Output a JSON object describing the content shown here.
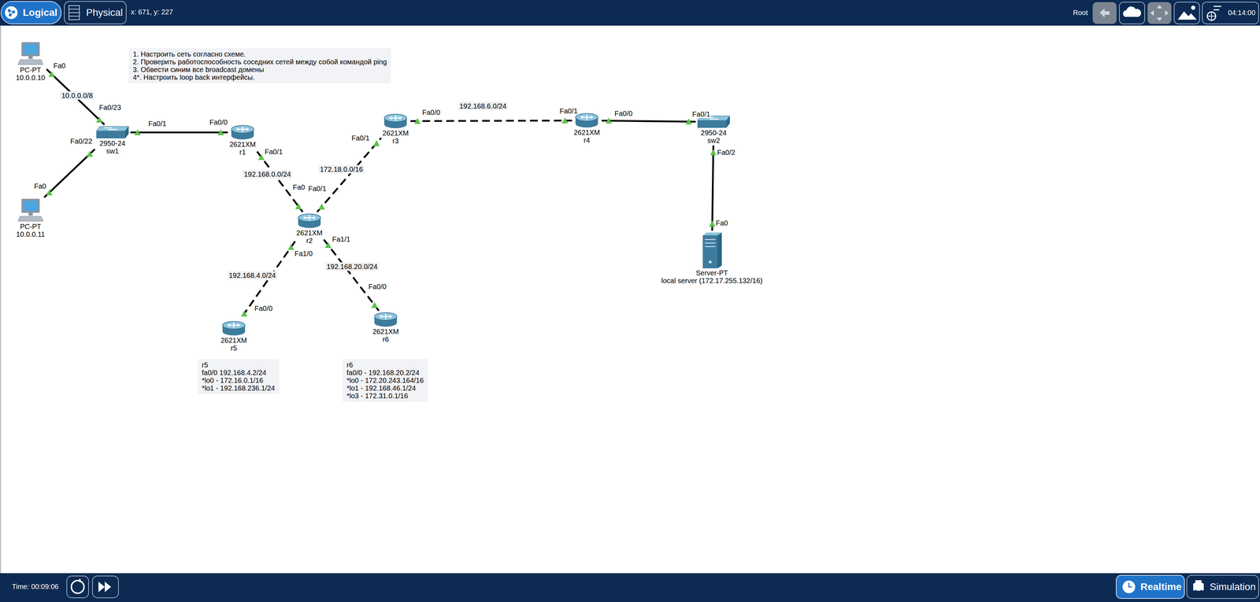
{
  "diagram": {
    "nodes": [
      {
        "text": [
          "1. Настроить сеть согласно схеме.",
          "2. Проверить работоспособность соседних сетей между собой командой ping",
          "3. Обвести синим все broadcast домены",
          "4*. Настроить loop back интерфейсы."
        ]
      },
      {
        "text": [
          "PC-PT",
          "10.0.0.10"
        ]
      },
      {
        "text": [
          "2950-24",
          "sw1"
        ]
      },
      {
        "text": [
          "2621XM",
          "r1"
        ]
      },
      {
        "text": [
          "2621XM",
          "r3"
        ]
      },
      {
        "text": [
          "2621XM",
          "r4"
        ]
      },
      {
        "text": [
          "2950-24",
          "sw2"
        ]
      },
      {
        "text": [
          "PC-PT",
          "10.0.0.11"
        ]
      },
      {
        "text": [
          "2621XM",
          "r2"
        ]
      },
      {
        "text": [
          "Server-PT",
          "local server (172.17.255.132/16)"
        ]
      },
      {
        "text": [
          "2621XM",
          "r5"
        ]
      },
      {
        "text": [
          "2621XM",
          "r6"
        ]
      },
      {
        "text": [
          "r5",
          "fa0/0 192.168.4.2/24",
          "*lo0 - 172.16.0.1/16",
          "*lo1 - 192.168.236.1/24"
        ]
      },
      {
        "text": [
          "r6",
          "fa0/0 - 192.168.20.2/24",
          "*lo0 - 172.20.243.164/16",
          "*lo1 - 192.168.46.1/24",
          "*lo3 - 172.31.0.1/16"
        ]
      }
    ],
    "edges": [
      {
        "from": 1,
        "to": 2,
        "arrow": "none",
        "label": "10.0.0.0/8"
      },
      {
        "from": 7,
        "to": 2,
        "arrow": "none"
      },
      {
        "from": 2,
        "to": 3,
        "arrow": "none"
      },
      {
        "from": 3,
        "to": 8,
        "arrow": "none",
        "label": "192.168.0.0/24"
      },
      {
        "from": 8,
        "to": 4,
        "arrow": "none",
        "label": "172.18.0.0/16"
      },
      {
        "from": 4,
        "to": 5,
        "arrow": "none",
        "label": "192.168.6.0/24"
      },
      {
        "from": 5,
        "to": 6,
        "arrow": "none"
      },
      {
        "from": 6,
        "to": 9,
        "arrow": "none"
      },
      {
        "from": 8,
        "to": 10,
        "arrow": "none",
        "label": "192.168.4.0/24"
      },
      {
        "from": 8,
        "to": 11,
        "arrow": "none",
        "label": "192.168.20.0/24"
      }
    ],
    "labels": [
      "Logical",
      "Physical",
      "x: 671, y: 227",
      "Root",
      "04:14:00",
      "Fa0",
      "Fa0/23",
      "Fa0/22",
      "Fa0",
      "Fa0/1",
      "Fa0/0",
      "Fa0/1",
      "Fa0",
      "Fa0/1",
      "Fa0/1",
      "Fa0/0",
      "Fa0/1",
      "Fa0/0",
      "Fa0/1",
      "Fa0/2",
      "Fa0",
      "Fa1/0",
      "Fa1/1",
      "Fa0/0",
      "Fa0/0",
      "Time: 00:09:06",
      "Realtime",
      "Simulation"
    ]
  }
}
